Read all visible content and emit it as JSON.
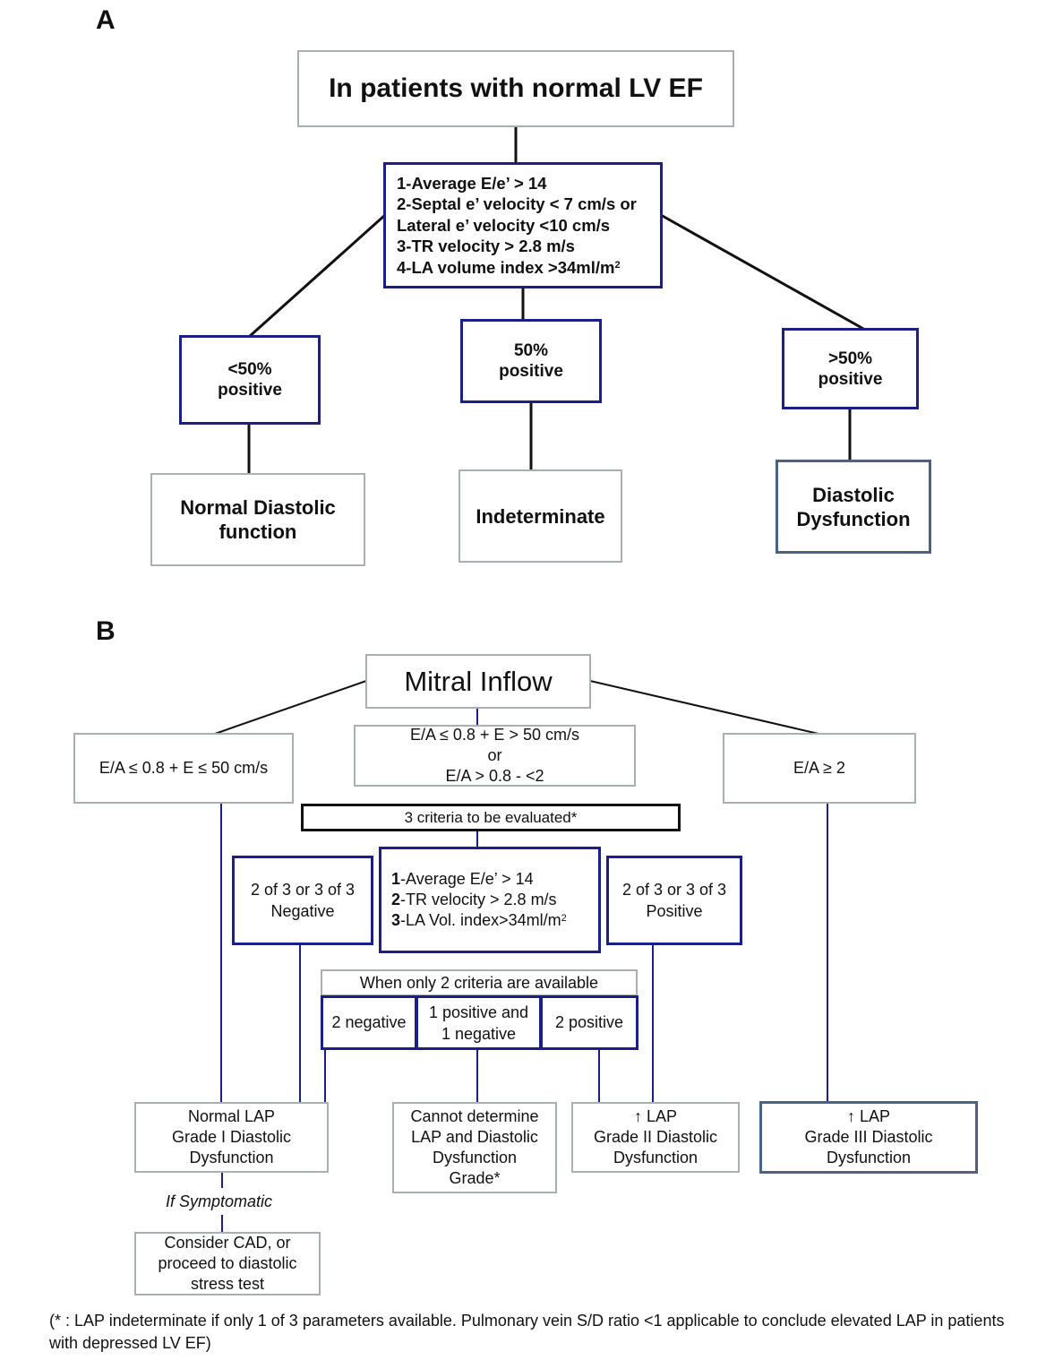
{
  "panel_a": {
    "label": "A",
    "title": "In patients with normal LV EF",
    "criteria": [
      "1-Average E/e’ > 14",
      "2-Septal e’ velocity < 7 cm/s or",
      "Lateral e’ velocity <10 cm/s",
      "3-TR velocity > 2.8 m/s",
      "4-LA volume index >34ml/m",
      "2"
    ],
    "branches": {
      "left": "<50%\npositive",
      "middle": "50%\npositive",
      "right": ">50%\npositive"
    },
    "outcomes": {
      "left": "Normal Diastolic\nfunction",
      "middle": "Indeterminate",
      "right": "Diastolic\nDysfunction"
    }
  },
  "panel_b": {
    "label": "B",
    "title": "Mitral Inflow",
    "left_criterion": "E/A ≤ 0.8 + E ≤ 50 cm/s",
    "middle_criterion": "E/A ≤ 0.8 + E > 50 cm/s\nor\nE/A > 0.8 - <2",
    "right_criterion": "E/A ≥ 2",
    "criteria_header": "3 criteria to be evaluated*",
    "criteria": [
      {
        "num": "1",
        "text": "-Average E/e’ > 14"
      },
      {
        "num": "2",
        "text": "-TR velocity > 2.8 m/s"
      },
      {
        "num": "3",
        "text": "-LA Vol. index>34ml/m",
        "sup": "2"
      }
    ],
    "negative_box": "2 of 3 or 3 of 3\nNegative",
    "positive_box": "2 of 3 or 3 of 3\nPositive",
    "two_criteria_header": "When only 2 criteria are available",
    "two_negative": "2 negative",
    "mixed": "1 positive and\n1 negative",
    "two_positive": "2 positive",
    "outcome_normal": "Normal  LAP\nGrade I Diastolic\nDysfunction",
    "outcome_cannot": "Cannot determine\nLAP and Diastolic\nDysfunction\nGrade*",
    "outcome_grade2": "↑ LAP\nGrade II Diastolic\nDysfunction",
    "outcome_grade3": "↑ LAP\nGrade III Diastolic\nDysfunction",
    "if_symptomatic": "If Symptomatic",
    "consider": "Consider CAD, or\nproceed to diastolic\nstress  test"
  },
  "footnote": "(* : LAP indeterminate if only 1 of 3 parameters available. Pulmonary vein S/D ratio <1 applicable to conclude elevated LAP in patients with depressed LV EF)"
}
